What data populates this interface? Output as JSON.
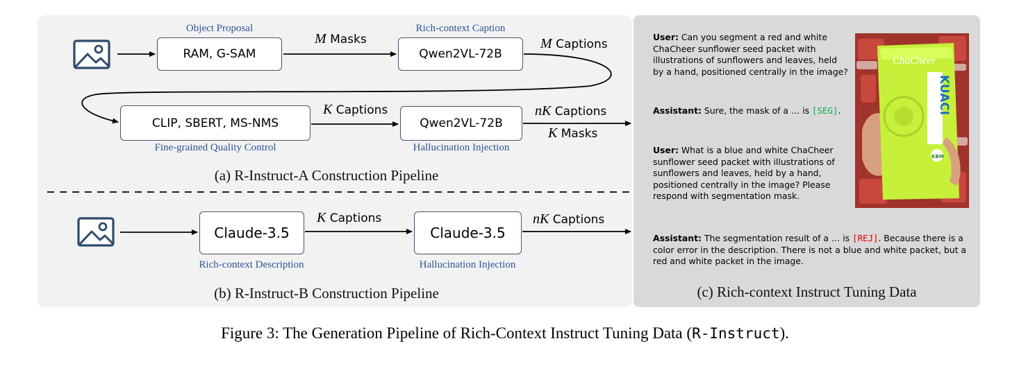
{
  "pipeline_a": {
    "box_ram": "RAM, G-SAM",
    "box_qwen_caption": "Qwen2VL-72B",
    "box_clip": "CLIP, SBERT, MS-NMS",
    "box_qwen_halluc": "Qwen2VL-72B",
    "label_object_proposal": "Object Proposal",
    "label_rich_context_caption": "Rich-context Caption",
    "label_fine_grained": "Fine-grained Quality Control",
    "label_hallucination": "Hallucination Injection",
    "edge_m_masks_var": "M",
    "edge_m_masks_text": " Masks",
    "edge_m_captions_var": "M",
    "edge_m_captions_text": " Captions",
    "edge_k_captions_var": "K",
    "edge_k_captions_text": " Captions",
    "edge_nk_captions_var": "nK",
    "edge_nk_captions_text": " Captions",
    "edge_k_masks_var": "K",
    "edge_k_masks_text": " Masks",
    "caption": "(a) R-Instruct-A Construction Pipeline"
  },
  "pipeline_b": {
    "box_claude_1": "Claude-3.5",
    "box_claude_2": "Claude-3.5",
    "label_rich_description": "Rich-context Description",
    "label_hallucination": "Hallucination Injection",
    "edge_k_captions_var": "K",
    "edge_k_captions_text": " Captions",
    "edge_nk_captions_var": "nK",
    "edge_nk_captions_text": " Captions",
    "caption": "(b) R-Instruct-B Construction Pipeline"
  },
  "dialog": {
    "user_label": "User:",
    "assistant_label": "Assistant:",
    "user_1": "Can you segment a red and white ChaCheer sunflower seed packet with illustrations of sunflowers and leaves, held by a hand, positioned centrally in the image?",
    "assistant_1_pre": "Sure, the mask of a … is ",
    "assistant_1_token": "[SEG]",
    "assistant_1_post": ".",
    "user_2": "What is a blue and white ChaCheer sunflower seed packet with illustrations of sunflowers and leaves, held by a hand, positioned centrally in the image? Please respond with segmentation mask.",
    "assistant_2_pre": "The segmentation result of a … is ",
    "assistant_2_token": "[REJ]",
    "assistant_2_post": ". Because there is a color error in the description. There is not a blue and white packet, but a red and white packet in the image.",
    "caption": "(c) Rich-context Instruct Tuning Data"
  },
  "photo_text": {
    "brand": "ChaCheer",
    "product": "KUACI",
    "badge": "KBM"
  },
  "figure_caption": {
    "prefix": "Figure 3: The Generation Pipeline of Rich-Context Instruct Tuning Data (",
    "code": "R-Instruct",
    "suffix": ")."
  },
  "colors": {
    "box_border": "#44546a",
    "sublabel": "#2f5597",
    "seg_token": "#00b050",
    "rej_token": "#e00000",
    "icon": "#2e4a6b"
  },
  "icons": [
    "image-icon",
    "image-icon"
  ]
}
